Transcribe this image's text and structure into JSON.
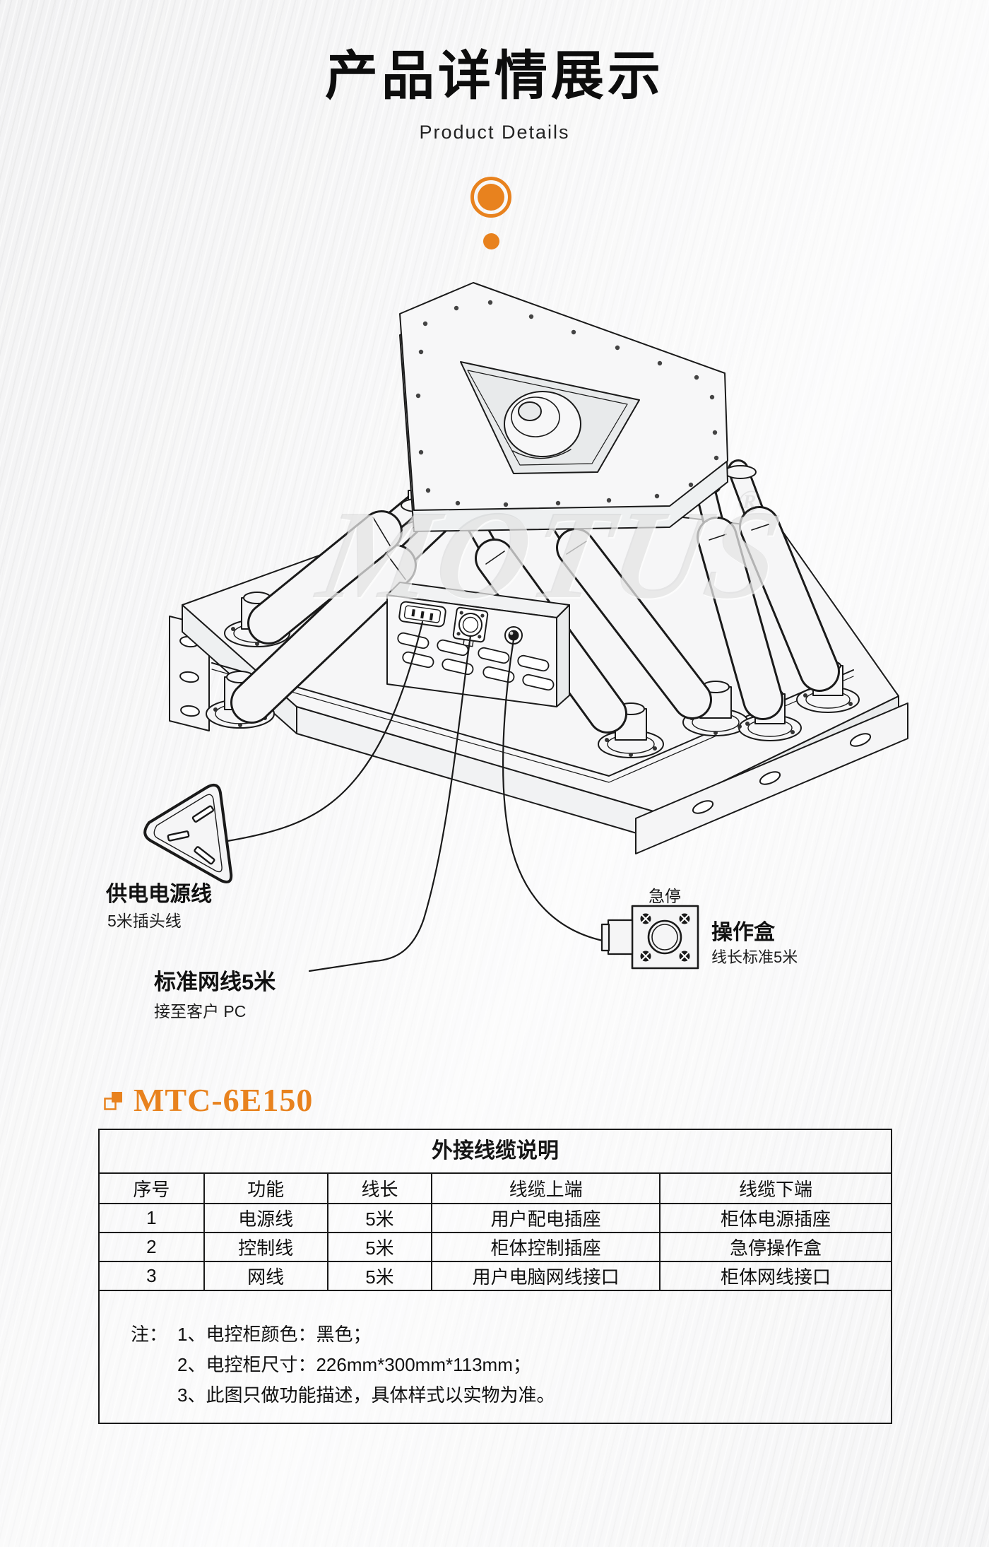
{
  "page": {
    "title": "产品详情展示",
    "subtitle": "Product Details"
  },
  "colors": {
    "accent": "#E8821E",
    "line": "#1a1a1a"
  },
  "diagram": {
    "watermark": "MOTUS",
    "watermark_reg": "®",
    "callouts": {
      "power": {
        "label": "供电电源线",
        "sublabel": "5米插头线"
      },
      "network": {
        "label": "标准网线5米",
        "sublabel": "接至客户 PC"
      },
      "estop": {
        "box_label": "急停",
        "label": "操作盒",
        "sublabel": "线长标准5米"
      }
    }
  },
  "model": {
    "name": "MTC-6E150"
  },
  "table": {
    "title": "外接线缆说明",
    "headers": [
      "序号",
      "功能",
      "线长",
      "线缆上端",
      "线缆下端"
    ],
    "col_widths": [
      "13.2%",
      "15.6%",
      "13.2%",
      "28.8%",
      "29.2%"
    ],
    "rows": [
      [
        "1",
        "电源线",
        "5米",
        "用户配电插座",
        "柜体电源插座"
      ],
      [
        "2",
        "控制线",
        "5米",
        "柜体控制插座",
        "急停操作盒"
      ],
      [
        "3",
        "网线",
        "5米",
        "用户电脑网线接口",
        "柜体网线接口"
      ]
    ],
    "notes_label": "注：",
    "notes": [
      "1、电控柜颜色：黑色；",
      "2、电控柜尺寸：226mm*300mm*113mm；",
      "3、此图只做功能描述，具体样式以实物为准。"
    ]
  }
}
